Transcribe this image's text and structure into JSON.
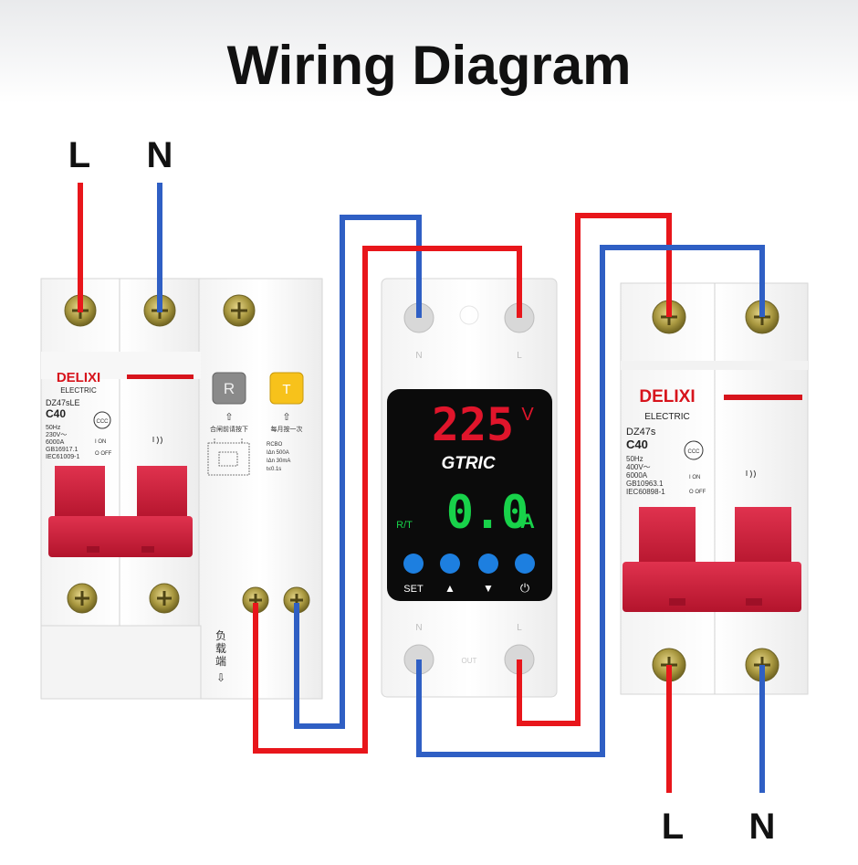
{
  "title": "Wiring Diagram",
  "input_labels": {
    "line": "L",
    "neutral": "N"
  },
  "output_labels": {
    "line": "L",
    "neutral": "N"
  },
  "wire_colors": {
    "line": "#e8161b",
    "neutral": "#2f5fc4"
  },
  "rcbo": {
    "brand": "DELIXI",
    "brand_sub": "ELECTRIC",
    "model": "DZ47sLE",
    "rating": "C40",
    "specs": [
      "50Hz",
      "230V～",
      "6000A",
      "GB16917.1",
      "IEC61009-1"
    ],
    "on_off": [
      "I ON",
      "O OFF"
    ],
    "reset_button": "R",
    "test_button": "T",
    "reset_caption": "合闸前请按下",
    "test_caption": "每月按一次",
    "rcbo_specs": [
      "RCBO",
      "IΔn 500A",
      "IΔn 30mA",
      "t≤0.1s"
    ],
    "load_label": [
      "负",
      "载",
      "端"
    ]
  },
  "meter": {
    "brand": "GTRIC",
    "voltage": "225",
    "voltage_unit": "V",
    "current": "0.0",
    "current_unit": "A",
    "mode_label": "R/T",
    "buttons": [
      "SET",
      "▲",
      "▼",
      "⏻"
    ],
    "terminals_top": [
      "N",
      "L"
    ],
    "terminals_bottom": [
      "N",
      "L"
    ],
    "out_label": "OUT"
  },
  "mcb": {
    "brand": "DELIXI",
    "brand_sub": "ELECTRIC",
    "model": "DZ47s",
    "rating": "C40",
    "specs": [
      "50Hz",
      "400V～",
      "6000A",
      "GB10963.1",
      "IEC60898-1"
    ],
    "on_off": [
      "I ON",
      "O OFF"
    ]
  }
}
